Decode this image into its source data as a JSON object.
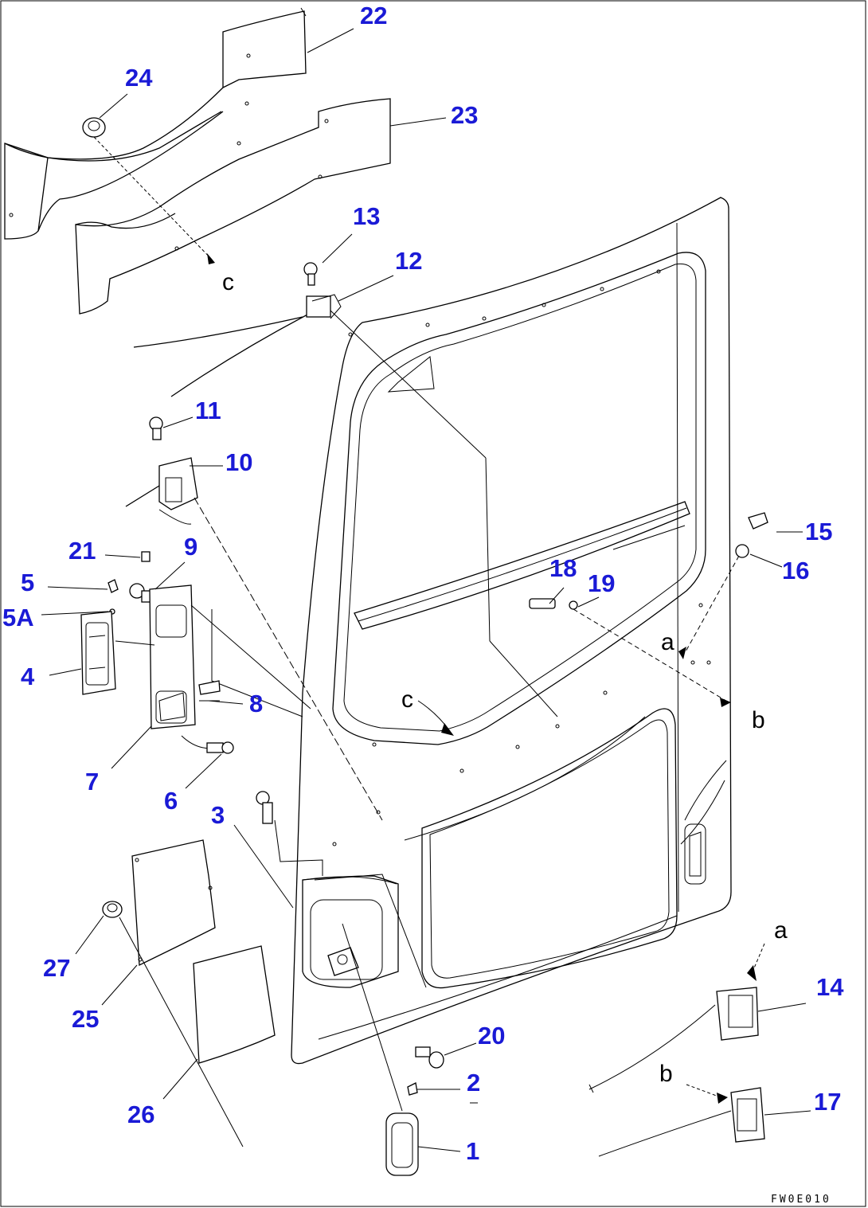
{
  "callout_color": "#1a1ad6",
  "line_color": "#000000",
  "callouts": [
    {
      "id": "22",
      "text": "22"
    },
    {
      "id": "24",
      "text": "24"
    },
    {
      "id": "23",
      "text": "23"
    },
    {
      "id": "13",
      "text": "13"
    },
    {
      "id": "12",
      "text": "12"
    },
    {
      "id": "11",
      "text": "11"
    },
    {
      "id": "10",
      "text": "10"
    },
    {
      "id": "21",
      "text": "21"
    },
    {
      "id": "9",
      "text": "9"
    },
    {
      "id": "5",
      "text": "5"
    },
    {
      "id": "5A",
      "text": "5A"
    },
    {
      "id": "4",
      "text": "4"
    },
    {
      "id": "8",
      "text": "8"
    },
    {
      "id": "7",
      "text": "7"
    },
    {
      "id": "6",
      "text": "6"
    },
    {
      "id": "3",
      "text": "3"
    },
    {
      "id": "27",
      "text": "27"
    },
    {
      "id": "25",
      "text": "25"
    },
    {
      "id": "26",
      "text": "26"
    },
    {
      "id": "15",
      "text": "15"
    },
    {
      "id": "16",
      "text": "16"
    },
    {
      "id": "18",
      "text": "18"
    },
    {
      "id": "19",
      "text": "19"
    },
    {
      "id": "14",
      "text": "14"
    },
    {
      "id": "20",
      "text": "20"
    },
    {
      "id": "2",
      "text": "2"
    },
    {
      "id": "17",
      "text": "17"
    },
    {
      "id": "1",
      "text": "1"
    }
  ],
  "reference_letters": {
    "c_top": "c",
    "c_mid": "c",
    "a_mid": "a",
    "b_mid": "b",
    "a_low": "a",
    "b_low": "b"
  },
  "drawing_code": "FW0E010"
}
